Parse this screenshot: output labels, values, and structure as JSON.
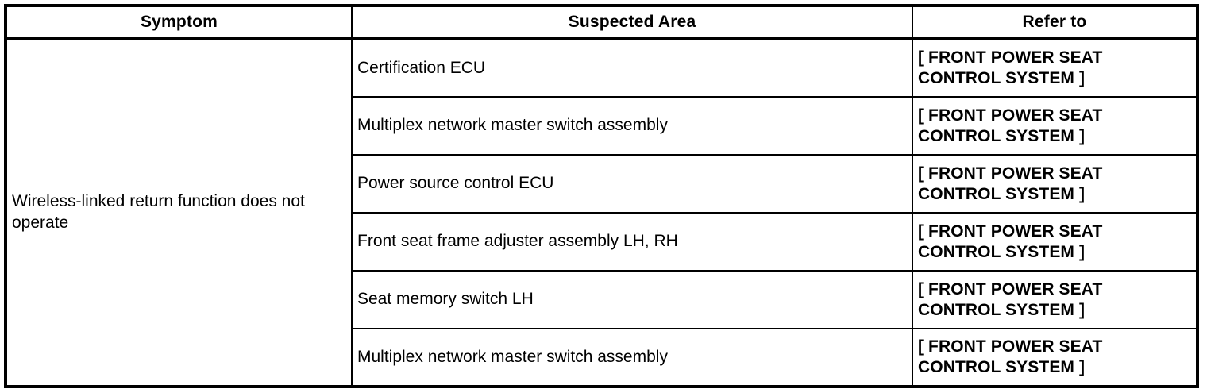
{
  "table": {
    "headers": {
      "symptom": "Symptom",
      "suspected_area": "Suspected Area",
      "refer_to": "Refer to"
    },
    "symptom": "Wireless-linked return function does not operate",
    "refer_to_line1": "[ FRONT POWER SEAT",
    "refer_to_line2": "CONTROL SYSTEM ]",
    "rows": [
      {
        "suspected_area": "Certification ECU",
        "refer_to_line1": "[ FRONT POWER SEAT",
        "refer_to_line2": "CONTROL SYSTEM ]"
      },
      {
        "suspected_area": "Multiplex network master switch assembly",
        "refer_to_line1": "[ FRONT POWER SEAT",
        "refer_to_line2": "CONTROL SYSTEM ]"
      },
      {
        "suspected_area": "Power source control ECU",
        "refer_to_line1": "[ FRONT POWER SEAT",
        "refer_to_line2": "CONTROL SYSTEM ]"
      },
      {
        "suspected_area": "Front seat frame adjuster assembly LH, RH",
        "refer_to_line1": "[ FRONT POWER SEAT",
        "refer_to_line2": "CONTROL SYSTEM ]"
      },
      {
        "suspected_area": "Seat memory switch LH",
        "refer_to_line1": "[ FRONT POWER SEAT",
        "refer_to_line2": "CONTROL SYSTEM ]"
      },
      {
        "suspected_area": "Multiplex network master switch assembly",
        "refer_to_line1": "[ FRONT POWER SEAT",
        "refer_to_line2": "CONTROL SYSTEM ]"
      }
    ]
  },
  "colors": {
    "border": "#000000",
    "text": "#000000",
    "background": "#ffffff"
  }
}
